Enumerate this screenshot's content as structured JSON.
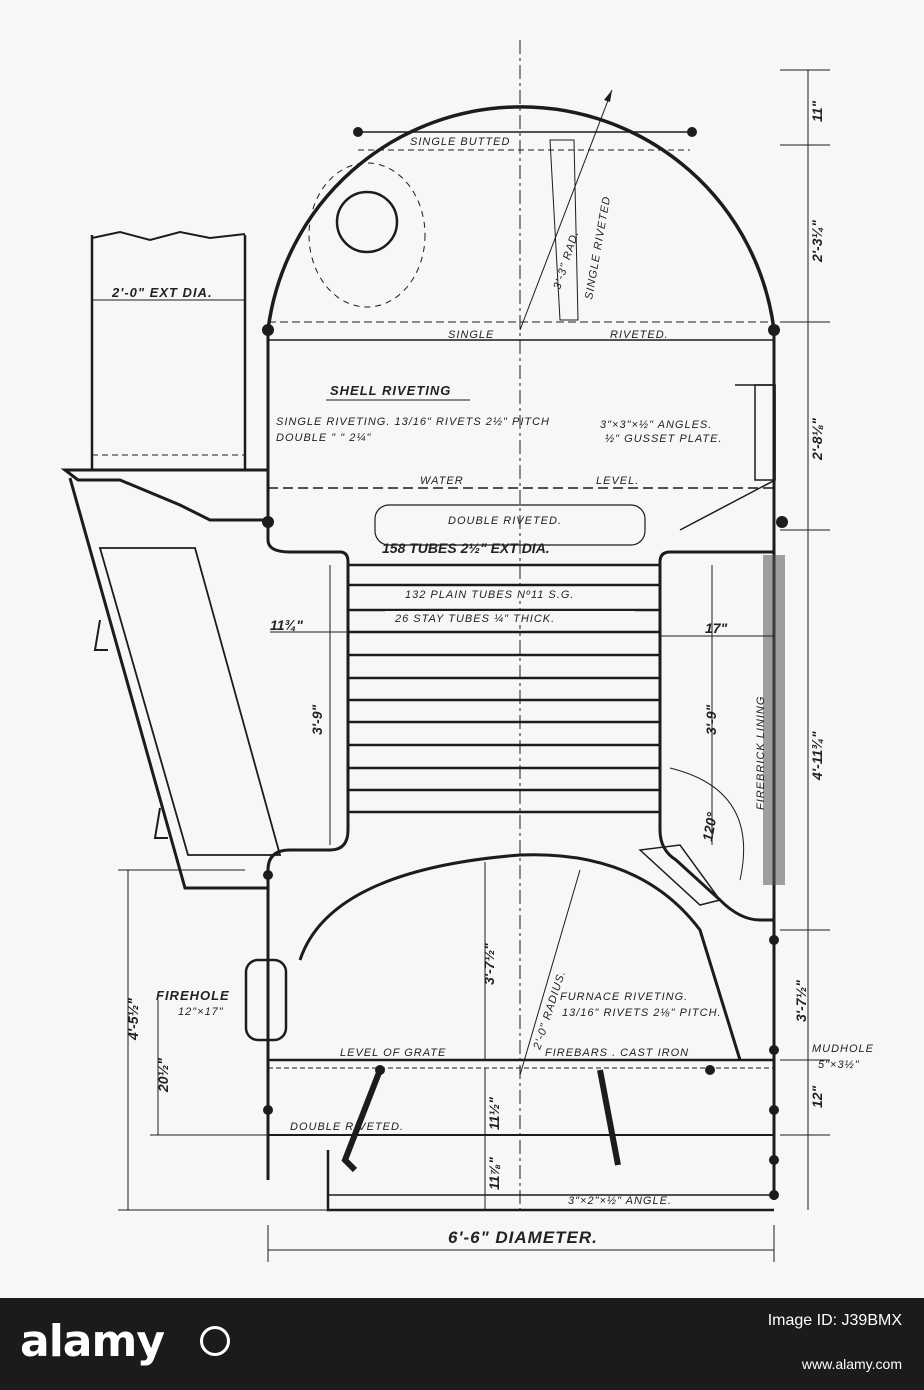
{
  "labels": {
    "single_butted": "SINGLE BUTTED",
    "radius_3_3": "3'-3\" RAD.",
    "single_riveted_vertical": "SINGLE RIVETED",
    "single": "SINGLE",
    "riveted": "RIVETED.",
    "chimney_dia": "2'-0\" EXT DIA.",
    "shell_riveting": "SHELL RIVETING",
    "single_riveting": "SINGLE RIVETING. 13/16\" RIVETS 2½\" PITCH",
    "double_riveting": "DOUBLE       \"        \"    2¼\"",
    "angles": "3\"×3\"×½\" ANGLES.",
    "gusset": "½\" GUSSET PLATE.",
    "water": "WATER",
    "level": "LEVEL.",
    "double_riveted_top": "DOUBLE RIVETED.",
    "tubes_158": "158 TUBES 2½\" EXT DIA.",
    "plain_tubes": "132 PLAIN TUBES Nº11 S.G.",
    "stay_tubes": "26 STAY TUBES ¼\" THICK.",
    "firebrick": "FIREBRICK LINING",
    "angle_120": "120°",
    "radius_2_0": "2'-0\" RADIUS.",
    "furnace_riveting": "FURNACE RIVETING.",
    "furnace_rivets": "13/16\" RIVETS 2⅛\" PITCH.",
    "firehole": "FIREHOLE",
    "firehole_size": "12\"×17\"",
    "level_of_grate": "LEVEL OF GRATE",
    "firebars": "FIREBARS . CAST IRON",
    "mudhole": "MUDHOLE",
    "mudhole_size": "5\"×3½\"",
    "double_riveted_bottom": "DOUBLE RIVETED.",
    "bottom_angle": "3\"×2\"×½\" ANGLE.",
    "diameter": "6'-6\" DIAMETER."
  },
  "dims": {
    "d_11": "11\"",
    "d_2_3": "2'-3¼\"",
    "d_2_8": "2'-8⅛\"",
    "d_4_11": "4'-11¾\"",
    "d_3_7r": "3'-7½\"",
    "d_12": "12\"",
    "d_11_75": "11¾\"",
    "d_17": "17\"",
    "d_3_9l": "3'-9\"",
    "d_3_9r": "3'-9\"",
    "d_3_7c": "3'-7½\"",
    "d_4_5": "4'-5½\"",
    "d_20": "20½\"",
    "d_11_5": "11½\"",
    "d_11_875": "11⅞\""
  },
  "footer": {
    "logo": "alamy",
    "stock_id": "Image ID: J39BMX",
    "url": "www.alamy.com"
  }
}
